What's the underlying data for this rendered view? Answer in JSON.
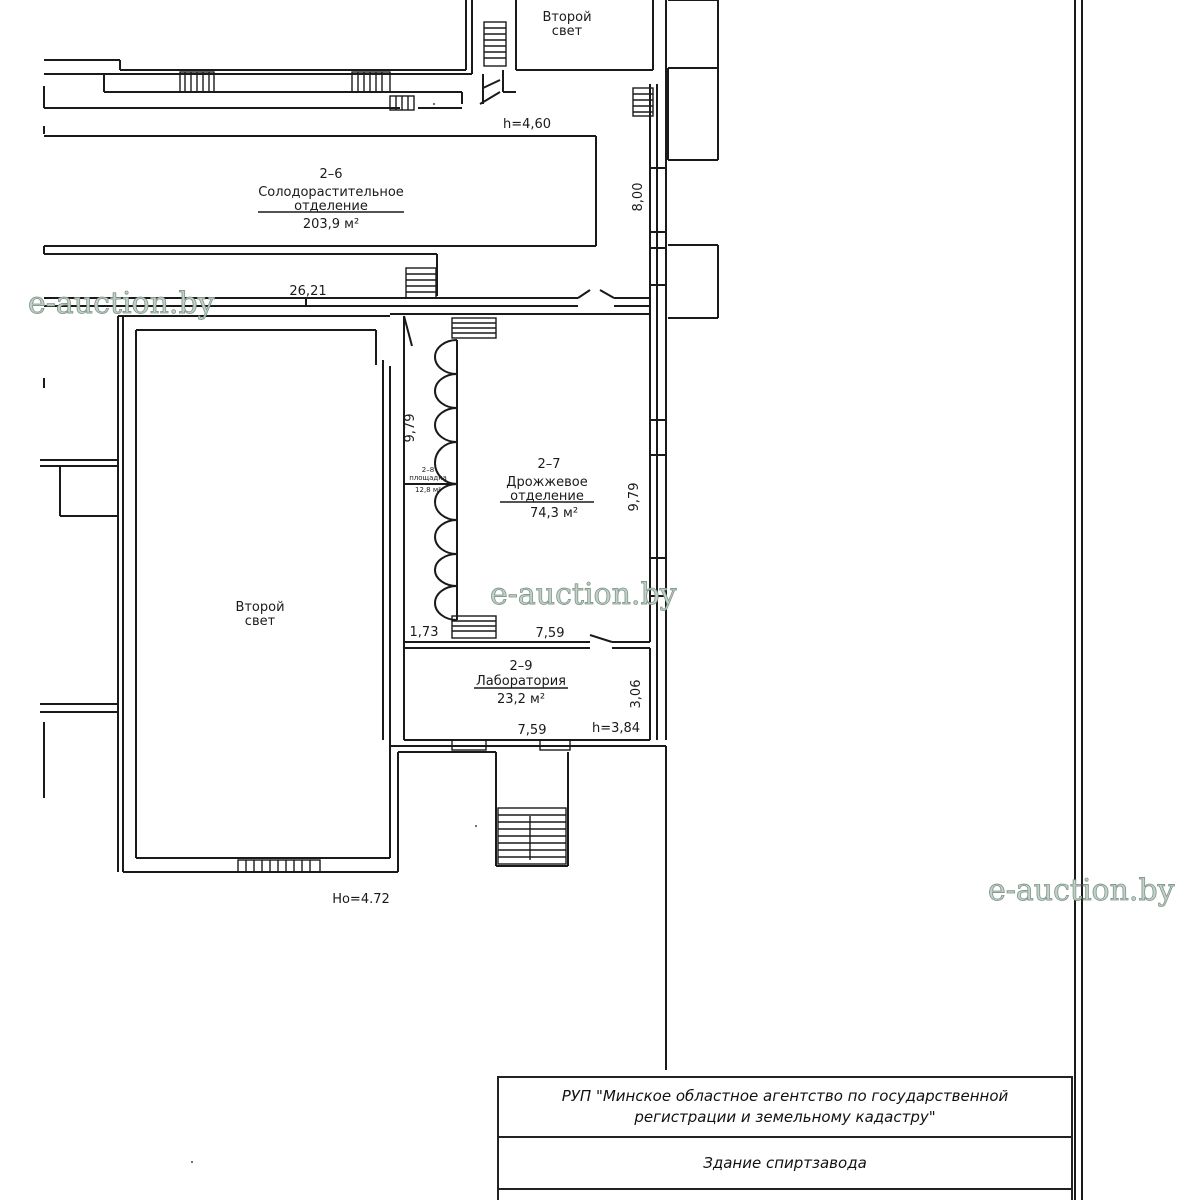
{
  "rooms": {
    "top_light": {
      "line1": "Второй",
      "line2": "свет"
    },
    "room_2_6": {
      "number": "2–6",
      "name_line1": "Солодорастительное",
      "name_line2": "отделение",
      "area": "203,9 м²"
    },
    "room_2_7": {
      "number": "2–7",
      "name_line1": "Дрожжевое",
      "name_line2": "отделение",
      "area": "74,3 м²"
    },
    "room_2_8": {
      "number": "2–8",
      "name": "площадка",
      "area": "12,8 м²"
    },
    "room_2_9": {
      "number": "2–9",
      "name": "Лаборатория",
      "area": "23,2 м²"
    },
    "big_light": {
      "line1": "Второй",
      "line2": "свет"
    }
  },
  "dimensions": {
    "h_460": "h=4,60",
    "d_800": "8,00",
    "d_2621": "26,21",
    "d_979_left": "9,79",
    "d_979_right": "9,79",
    "d_173": "1,73",
    "d_759_top": "7,59",
    "d_306": "3,06",
    "d_759_bottom": "7,59",
    "h_384": "h=3,84",
    "ho": "Ho=4.72"
  },
  "watermarks": [
    "e-auction.by",
    "e-auction.by",
    "e-auction.by"
  ],
  "stamp": {
    "org_line1": "РУП \"Минское областное агентство по государственной",
    "org_line2": "регистрации и земельному кадастру\"",
    "building": "Здание спиртзавода"
  }
}
